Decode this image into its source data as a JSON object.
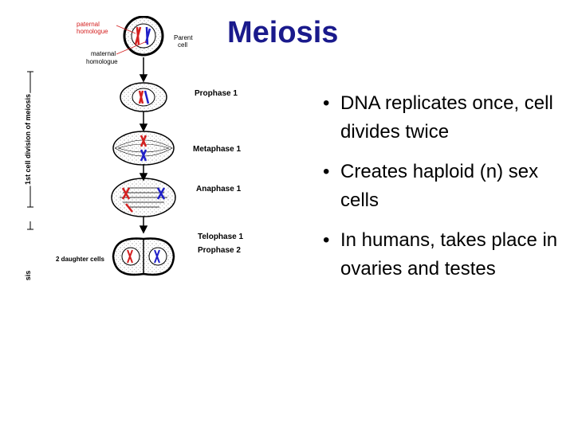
{
  "slide": {
    "title": "Meiosis",
    "bullets": [
      "DNA replicates once, cell divides twice",
      "Creates haploid (n) sex cells",
      "In humans, takes place in ovaries and testes"
    ],
    "bullet_glyph": "•"
  },
  "diagram": {
    "labels": {
      "paternal": [
        "paternal",
        "homologue"
      ],
      "maternal": [
        "maternal",
        "homologue"
      ],
      "parent": [
        "Parent",
        "cell"
      ],
      "prophase1": "Prophase 1",
      "metaphase1": "Metaphase 1",
      "anaphase1": "Anaphase 1",
      "telophase1": "Telophase 1",
      "prophase2": "Prophase 2",
      "daughters": "2 daughter cells",
      "side_label": "1st cell division of meiosis",
      "side_label_2": "sis"
    },
    "colors": {
      "paternal": "#d42020",
      "maternal": "#2020c8",
      "title": "#1a1a8c"
    }
  }
}
